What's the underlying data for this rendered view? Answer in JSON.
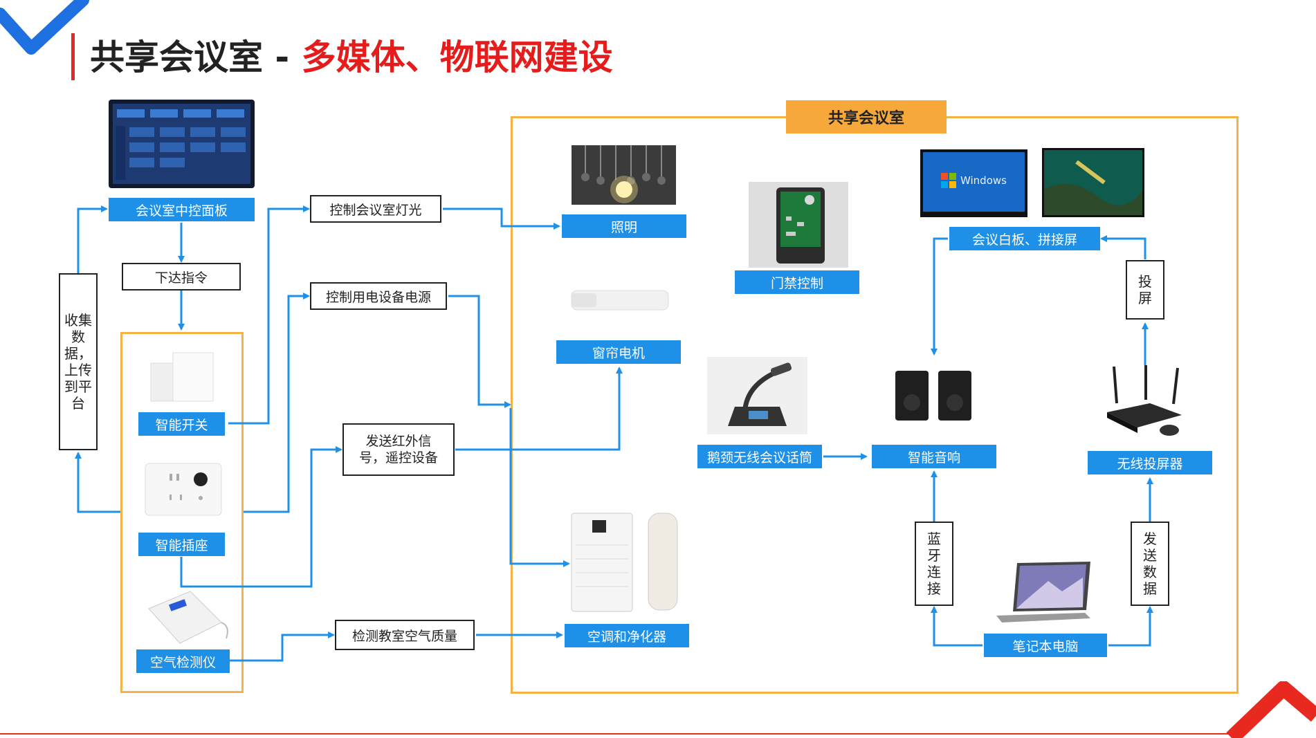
{
  "title": {
    "main": "共享会议室 - ",
    "highlight": "多媒体、物联网建设"
  },
  "room_label": "共享会议室",
  "devices": {
    "control_panel": "会议室中控面板",
    "smart_switch": "智能开关",
    "smart_socket": "智能插座",
    "air_detector": "空气检测仪",
    "lighting": "照明",
    "curtain_motor": "窗帘电机",
    "ac_purifier": "空调和净化器",
    "access_control": "门禁控制",
    "whiteboard": "会议白板、拼接屏",
    "gooseneck_mic": "鹅颈无线会议话筒",
    "smart_speaker": "智能音响",
    "wireless_projector": "无线投屏器",
    "laptop": "笔记本电脑"
  },
  "notes": {
    "issue_command": "下达指令",
    "control_lights": "控制会议室灯光",
    "control_power": "控制用电设备电源",
    "send_ir": "发送红外信号，遥控设备",
    "detect_air": "检测教室空气质量",
    "collect_data": "收集数据，上传到平台",
    "project": "投屏",
    "bluetooth": "蓝牙连接",
    "send_data": "发送数据"
  },
  "colors": {
    "accent_blue": "#1e90e8",
    "frame_orange": "#f5b347",
    "title_red": "#e51c1c"
  }
}
